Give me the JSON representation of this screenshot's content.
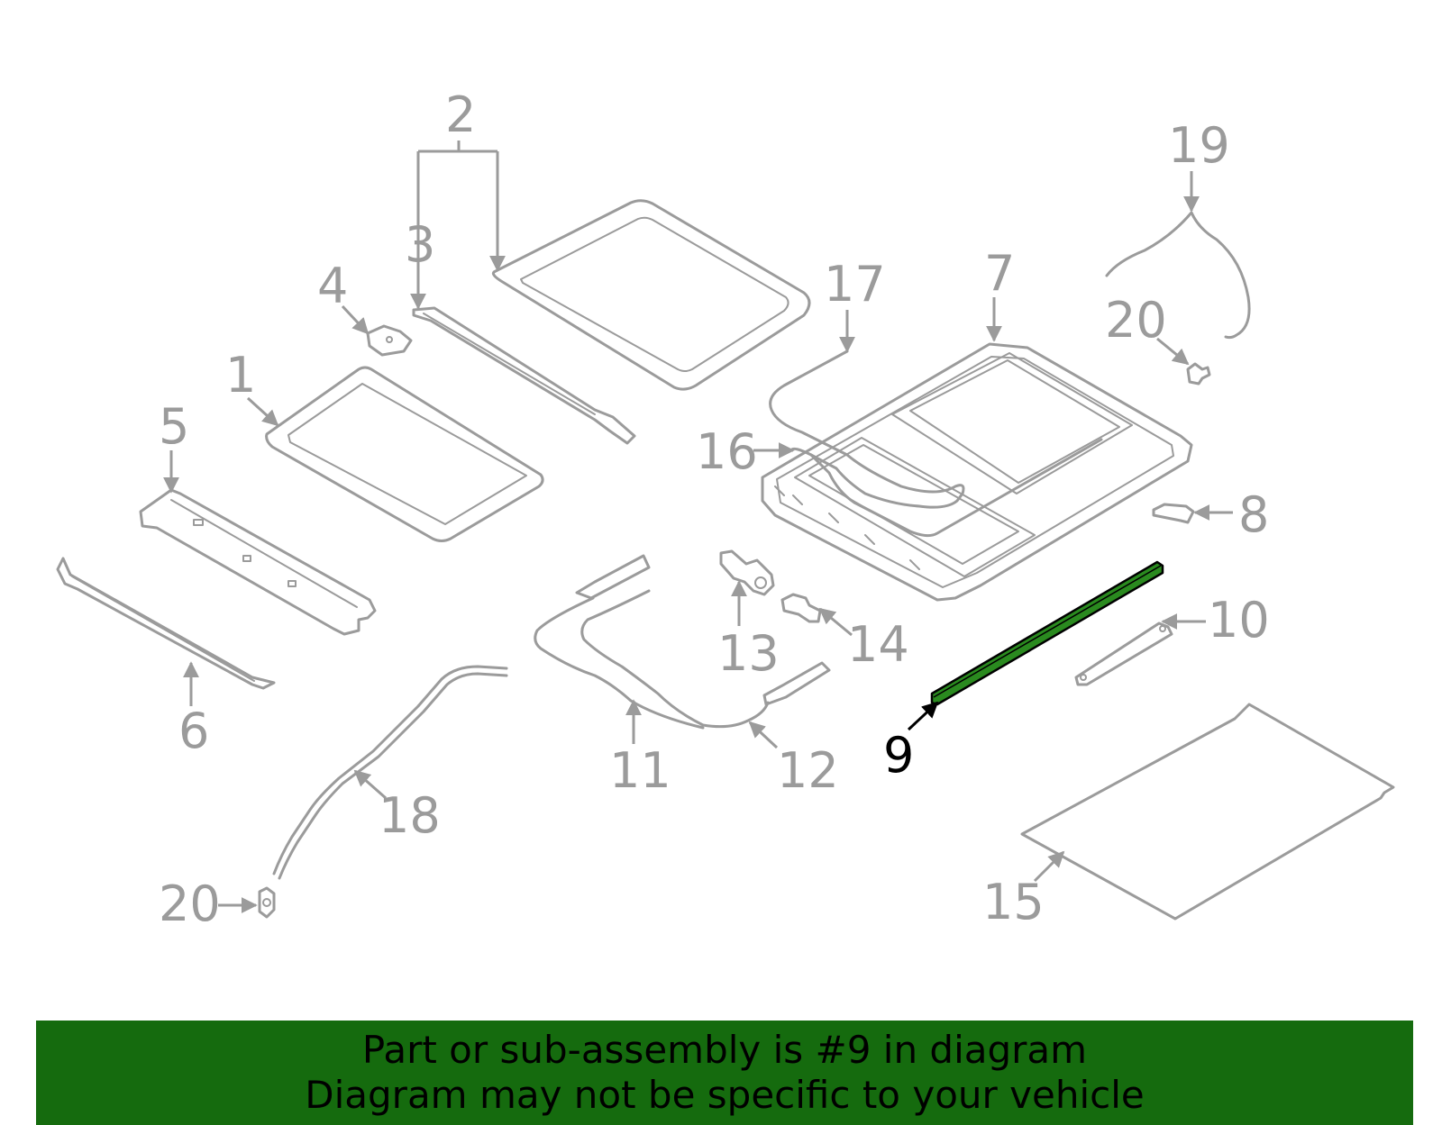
{
  "callouts": [
    "1",
    "2",
    "3",
    "4",
    "5",
    "6",
    "7",
    "8",
    "9",
    "10",
    "11",
    "12",
    "13",
    "14",
    "15",
    "16",
    "17",
    "18",
    "19",
    "20",
    "20"
  ],
  "highlighted_part": "9",
  "colors": {
    "part_gray": "#9b9b9b",
    "highlight_green": "#2a8a1f",
    "banner_green": "#156b0e",
    "text_black": "#000000"
  },
  "banner": {
    "line1": "Part or sub-assembly is #9 in diagram",
    "line2": "Diagram may not be specific to your vehicle"
  }
}
